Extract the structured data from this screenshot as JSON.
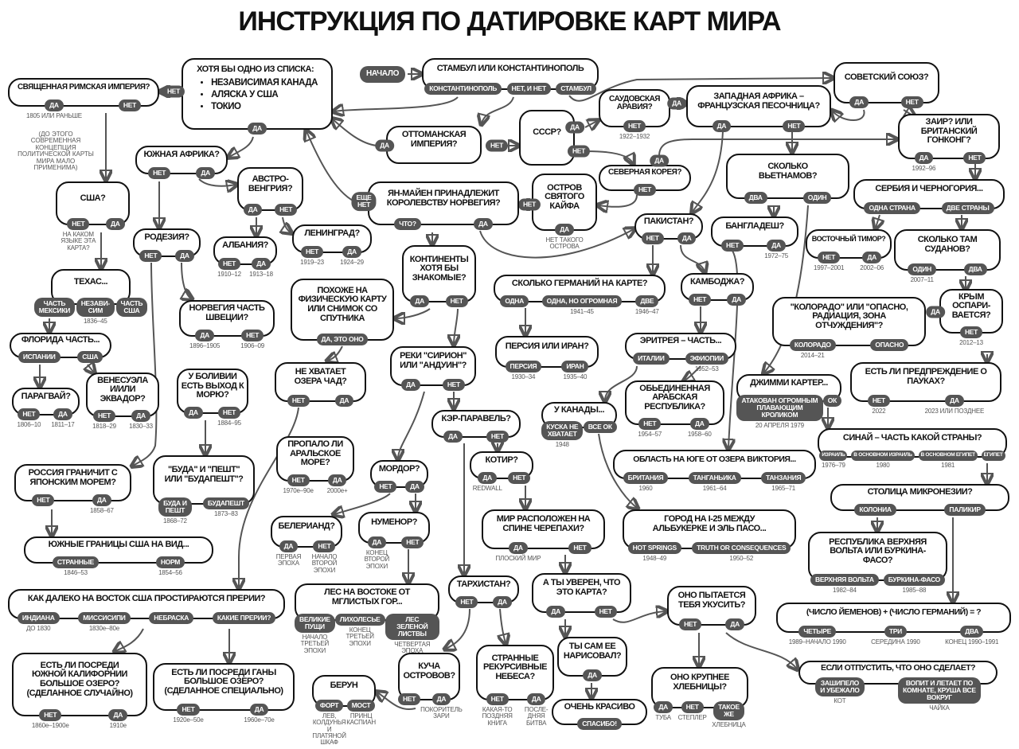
{
  "title": "ИНСТРУКЦИЯ ПО ДАТИРОВКЕ КАРТ МИРА",
  "start_label": "НАЧАЛО",
  "hre_extra_note": "(ДО ЭТОГО\nСОВРЕМЕННАЯ\nКОНЦЕПЦИЯ\nПОЛИТИЧЕСКОЙ КАРТЫ\nМИРА МАЛО\nПРИМЕНИМА)",
  "nodes": [
    {
      "id": "istanbul",
      "question": "СТАМБУЛ ИЛИ КОНСТАНТИНОПОЛЬ",
      "answers": [
        {
          "label": "КОНСТАНТИНОПОЛЬ"
        },
        {
          "label": "НЕТ, И НЕТ"
        },
        {
          "label": "СТАМБУЛ"
        }
      ]
    },
    {
      "id": "hotya",
      "question": "ХОТЯ БЫ ОДНО ИЗ СПИСКА:",
      "items": [
        "НЕЗАВИСИМАЯ КАНАДА",
        "АЛЯСКА У США",
        "ТОКИО"
      ],
      "answers": [
        {
          "label": "НЕТ"
        },
        {
          "label": "ДА"
        }
      ]
    },
    {
      "id": "hre",
      "question": "СВЯЩЕННАЯ РИМСКАЯ ИМПЕРИЯ?",
      "answers": [
        {
          "label": "ДА",
          "note": "1805 ИЛИ РАНЬШЕ"
        },
        {
          "label": "НЕТ"
        }
      ]
    },
    {
      "id": "usa",
      "question": "США?",
      "answers": [
        {
          "label": "НЕТ",
          "note": "НА КАКОМ\nЯЗЫКЕ ЭТА\nКАРТА?"
        },
        {
          "label": "ДА"
        }
      ]
    },
    {
      "id": "safrica",
      "question": "ЮЖНАЯ АФРИКА?",
      "answers": [
        {
          "label": "НЕТ"
        },
        {
          "label": "ДА"
        }
      ]
    },
    {
      "id": "austria",
      "question": "АВСТРО-\nВЕНГРИЯ?",
      "answers": [
        {
          "label": "ДА"
        },
        {
          "label": "НЕТ"
        }
      ]
    },
    {
      "id": "leningrad",
      "question": "ЛЕНИНГРАД?",
      "answers": [
        {
          "label": "НЕТ",
          "note": "1919–23"
        },
        {
          "label": "ДА",
          "note": "1924–29"
        }
      ]
    },
    {
      "id": "albania",
      "question": "АЛБАНИЯ?",
      "answers": [
        {
          "label": "НЕТ",
          "note": "1910–12"
        },
        {
          "label": "ДА",
          "note": "1913–18"
        }
      ]
    },
    {
      "id": "rhodesia",
      "question": "РОДЕЗИЯ?",
      "answers": [
        {
          "label": "НЕТ"
        },
        {
          "label": "ДА"
        }
      ]
    },
    {
      "id": "texas",
      "question": "ТЕХАС...",
      "answers": [
        {
          "label": "ЧАСТЬ\nМЕКСИКИ"
        },
        {
          "label": "НЕЗАВИ-\nСИМ",
          "note": "1836–45"
        },
        {
          "label": "ЧАСТЬ\nСША"
        }
      ]
    },
    {
      "id": "florida",
      "question": "ФЛОРИДА ЧАСТЬ...",
      "answers": [
        {
          "label": "ИСПАНИИ"
        },
        {
          "label": "США"
        }
      ]
    },
    {
      "id": "paraguay",
      "question": "ПАРАГВАЙ?",
      "answers": [
        {
          "label": "НЕТ",
          "note": "1806–10"
        },
        {
          "label": "ДА",
          "note": "1811–17"
        }
      ]
    },
    {
      "id": "venezuela",
      "question": "ВЕНЕСУЭЛА\nИ/ИЛИ\nЭКВАДОР?",
      "answers": [
        {
          "label": "НЕТ",
          "note": "1818–29"
        },
        {
          "label": "ДА",
          "note": "1830–33"
        }
      ]
    },
    {
      "id": "norway",
      "question": "НОРВЕГИЯ ЧАСТЬ\nШВЕЦИИ?",
      "answers": [
        {
          "label": "ДА",
          "note": "1896–1905"
        },
        {
          "label": "НЕТ",
          "note": "1906–09"
        }
      ]
    },
    {
      "id": "bolivia",
      "question": "У БОЛИВИИ\nЕСТЬ ВЫХОД К\nМОРЮ?",
      "answers": [
        {
          "label": "ДА"
        },
        {
          "label": "НЕТ",
          "note": "1884–95"
        }
      ]
    },
    {
      "id": "budapest",
      "question": "\"БУДА\" И \"ПЕШТ\"\nИЛИ \"БУДАПЕШТ\"?",
      "answers": [
        {
          "label": "БУДА И\nПЕШТ",
          "note": "1868–72"
        },
        {
          "label": "БУДАПЕШТ",
          "note": "1873–83"
        }
      ]
    },
    {
      "id": "russia",
      "question": "РОССИЯ ГРАНИЧИТ С\nЯПОНСКИМ МОРЕМ?",
      "answers": [
        {
          "label": "НЕТ"
        },
        {
          "label": "ДА",
          "note": "1858–67"
        }
      ]
    },
    {
      "id": "ussouth",
      "question": "ЮЖНЫЕ ГРАНИЦЫ США НА ВИД...",
      "answers": [
        {
          "label": "СТРАННЫЕ",
          "note": "1846–53"
        },
        {
          "label": "НОРМ",
          "note": "1854–56"
        }
      ]
    },
    {
      "id": "prairie",
      "question": "КАК ДАЛЕКО НА ВОСТОК США ПРОСТИРАЮТСЯ ПРЕРИИ?",
      "answers": [
        {
          "label": "ИНДИАНА",
          "note": "ДО 1830"
        },
        {
          "label": "МИССИСИПИ",
          "note": "1830е–80е"
        },
        {
          "label": "НЕБРАСКА"
        },
        {
          "label": "КАКИЕ ПРЕРИИ?"
        }
      ]
    },
    {
      "id": "socal",
      "question": "ЕСТЬ ЛИ ПОСРЕДИ\nЮЖНОЙ КАЛИФОРНИИ\nБОЛЬШОЕ ОЗЕРО?\n(СДЕЛАННОЕ СЛУЧАЙНО)",
      "answers": [
        {
          "label": "НЕТ",
          "note": "1860е–1900е"
        },
        {
          "label": "ДА",
          "note": "1910е"
        }
      ]
    },
    {
      "id": "ghana",
      "question": "ЕСТЬ ЛИ ПОСРЕДИ ГАНЫ\nБОЛЬШОЕ ОЗЕРО?\n(СДЕЛАННОЕ СПЕЦИАЛЬНО)",
      "answers": [
        {
          "label": "НЕТ",
          "note": "1920е–50е"
        },
        {
          "label": "ДА",
          "note": "1960е–70е"
        }
      ]
    },
    {
      "id": "ottoman",
      "question": "ОТТОМАНСКАЯ\nИМПЕРИЯ?",
      "answers": [
        {
          "label": "ДА"
        },
        {
          "label": "НЕТ"
        }
      ]
    },
    {
      "id": "ussr",
      "question": "СССР?",
      "answers": [
        {
          "label": "ДА"
        },
        {
          "label": "НЕТ"
        }
      ]
    },
    {
      "id": "saudi",
      "question": "САУДОВСКАЯ\nАРАВИЯ?",
      "answers": [
        {
          "label": "ДА"
        },
        {
          "label": "НЕТ",
          "note": "1922–1932"
        }
      ]
    },
    {
      "id": "westafrica",
      "question": "ЗАПАДНАЯ АФРИКА –\nФРАНЦУЗСКАЯ ПЕСОЧНИЦА?",
      "answers": [
        {
          "label": "ДА"
        },
        {
          "label": "НЕТ"
        }
      ]
    },
    {
      "id": "soviet",
      "question": "СОВЕТСКИЙ СОЮЗ?",
      "answers": [
        {
          "label": "ДА"
        },
        {
          "label": "НЕТ"
        }
      ]
    },
    {
      "id": "zaire",
      "question": "ЗАИР? ИЛИ\nБРИТАНСКИЙ\nГОНКОНГ?",
      "answers": [
        {
          "label": "ДА",
          "note": "1992–96"
        },
        {
          "label": "НЕТ"
        }
      ]
    },
    {
      "id": "nkorea",
      "question": "СЕВЕРНАЯ КОРЕЯ?",
      "answers": [
        {
          "label": "ДА"
        },
        {
          "label": "НЕТ"
        }
      ]
    },
    {
      "id": "kaifa",
      "question": "ОСТРОВ\nСВЯТОГО\nКАЙФА",
      "answers": [
        {
          "label": "НЕТ"
        },
        {
          "label": "ДА",
          "note": "НЕТ ТАКОГО\nОСТРОВА"
        }
      ]
    },
    {
      "id": "janmayen",
      "question": "ЯН-МАЙЕН ПРИНАДЛЕЖИТ\nКОРОЛЕВСТВУ НОРВЕГИЯ?",
      "answers": [
        {
          "label": "ЕЩЕ\nНЕТ"
        },
        {
          "label": "ЧТО?"
        },
        {
          "label": "ДА"
        }
      ]
    },
    {
      "id": "vietnam",
      "question": "СКОЛЬКО\nВЬЕТНАМОВ?",
      "answers": [
        {
          "label": "ДВА"
        },
        {
          "label": "ОДИН"
        }
      ]
    },
    {
      "id": "serbia",
      "question": "СЕРБИЯ И ЧЕРНОГОРИЯ...",
      "answers": [
        {
          "label": "ОДНА СТРАНА"
        },
        {
          "label": "ДВЕ СТРАНЫ"
        }
      ]
    },
    {
      "id": "pakistan",
      "question": "ПАКИСТАН?",
      "answers": [
        {
          "label": "НЕТ"
        },
        {
          "label": "ДА"
        }
      ]
    },
    {
      "id": "bangladesh",
      "question": "БАНГЛАДЕШ?",
      "answers": [
        {
          "label": "НЕТ"
        },
        {
          "label": "ДА",
          "note": "1972–75"
        }
      ]
    },
    {
      "id": "etimor",
      "question": "ВОСТОЧНЫЙ ТИМОР?",
      "answers": [
        {
          "label": "НЕТ",
          "note": "1997–2001"
        },
        {
          "label": "ДА",
          "note": "2002–06"
        }
      ]
    },
    {
      "id": "sudan",
      "question": "СКОЛЬКО ТАМ\nСУДАНОВ?",
      "answers": [
        {
          "label": "ОДИН",
          "note": "2007–11"
        },
        {
          "label": "ДВА"
        }
      ]
    },
    {
      "id": "continents",
      "question": "КОНТИНЕНТЫ\nХОТЯ БЫ\nЗНАКОМЫЕ?",
      "answers": [
        {
          "label": "ДА"
        },
        {
          "label": "НЕТ"
        }
      ]
    },
    {
      "id": "germanies",
      "question": "СКОЛЬКО ГЕРМАНИЙ НА КАРТЕ?",
      "answers": [
        {
          "label": "ОДНА"
        },
        {
          "label": "ОДНА, НО ОГРОМНАЯ",
          "note": "1941–45"
        },
        {
          "label": "ДВЕ",
          "note": "1946–47"
        }
      ]
    },
    {
      "id": "cambodia",
      "question": "КАМБОДЖА?",
      "answers": [
        {
          "label": "НЕТ"
        },
        {
          "label": "ДА"
        }
      ]
    },
    {
      "id": "physical",
      "question": "ПОХОЖЕ НА\nФИЗИЧЕСКУЮ КАРТУ\nИЛИ СНИМОК СО\nСПУТНИКА",
      "answers": [
        {
          "label": "ДА, ЭТО ОНО"
        }
      ]
    },
    {
      "id": "crimea",
      "question": "КРЫМ\nОСПАРИ-\nВАЕТСЯ?",
      "answers": [
        {
          "label": "ДА"
        },
        {
          "label": "НЕТ",
          "note": "2012–13"
        }
      ]
    },
    {
      "id": "colorado",
      "question": "\"КОЛОРАДО\" ИЛИ \"ОПАСНО,\nРАДИАЦИЯ, ЗОНА\nОТЧУЖДЕНИЯ\"?",
      "answers": [
        {
          "label": "КОЛОРАДО",
          "note": "2014–21"
        },
        {
          "label": "ОПАСНО"
        }
      ]
    },
    {
      "id": "persia",
      "question": "ПЕРСИЯ ИЛИ ИРАН?",
      "answers": [
        {
          "label": "ПЕРСИЯ",
          "note": "1930–34"
        },
        {
          "label": "ИРАН",
          "note": "1935–40"
        }
      ]
    },
    {
      "id": "eritrea",
      "question": "ЭРИТРЕЯ – ЧАСТЬ...",
      "answers": [
        {
          "label": "ИТАЛИИ"
        },
        {
          "label": "ЭФИОПИИ",
          "note": "1952–53"
        }
      ]
    },
    {
      "id": "sirion",
      "question": "РЕКИ \"СИРИОН\"\nИЛИ \"АНДУИН\"?",
      "answers": [
        {
          "label": "ДА"
        },
        {
          "label": "НЕТ"
        }
      ]
    },
    {
      "id": "chad",
      "question": "НЕ ХВАТАЕТ\nОЗЕРА ЧАД?",
      "answers": [
        {
          "label": "НЕТ"
        },
        {
          "label": "ДА"
        }
      ]
    },
    {
      "id": "spiders",
      "question": "ЕСТЬ ЛИ ПРЕДПРЕЖДЕНИЕ О\nПАУКАХ?",
      "answers": [
        {
          "label": "НЕТ",
          "note": "2022"
        },
        {
          "label": "ДА",
          "note": "2023 ИЛИ ПОЗДНЕЕ"
        }
      ]
    },
    {
      "id": "carter",
      "question": "ДЖИММИ КАРТЕР...",
      "answers": [
        {
          "label": "АТАКОВАН ОГРОМНЫМ\nПЛАВАЮЩИМ КРОЛИКОМ",
          "note": "20 АПРЕЛЯ 1979"
        },
        {
          "label": "ОК"
        }
      ]
    },
    {
      "id": "uar",
      "question": "ОБЬЕДИНЕННАЯ\nАРАБСКАЯ\nРЕСПУБЛИКА?",
      "answers": [
        {
          "label": "НЕТ",
          "note": "1954–57"
        },
        {
          "label": "ДА",
          "note": "1958–60"
        }
      ]
    },
    {
      "id": "canada",
      "question": "У КАНАДЫ...",
      "answers": [
        {
          "label": "КУСКА НЕ\nХВАТАЕТ",
          "note": "1948"
        },
        {
          "label": "ВСЕ ОК"
        }
      ]
    },
    {
      "id": "cair",
      "question": "КЭР-ПАРАВЕЛЬ?",
      "answers": [
        {
          "label": "ДА"
        },
        {
          "label": "НЕТ"
        }
      ]
    },
    {
      "id": "sinai",
      "question": "СИНАЙ – ЧАСТЬ КАКОЙ СТРАНЫ?",
      "answers": [
        {
          "label": "ИЗРАИЛЬ",
          "note": "1976–79"
        },
        {
          "label": "В ОСНОВНОМ ИЗРАИЛЬ",
          "note": "1980"
        },
        {
          "label": "В ОСНОВНОМ ЕГИПЕТ",
          "note": "1981"
        },
        {
          "label": "ЕГИПЕТ"
        }
      ]
    },
    {
      "id": "aral",
      "question": "ПРОПАЛО ЛИ\nАРАЛЬСКОЕ\nМОРЕ?",
      "answers": [
        {
          "label": "НЕТ",
          "note": "1970е–90е"
        },
        {
          "label": "ДА",
          "note": "2000е+"
        }
      ]
    },
    {
      "id": "kotir",
      "question": "КОТИР?",
      "answers": [
        {
          "label": "ДА",
          "note": "REDWALL"
        },
        {
          "label": "НЕТ"
        }
      ]
    },
    {
      "id": "victoria",
      "question": "ОБЛАСТЬ НА ЮГЕ ОТ ОЗЕРА ВИКТОРИЯ...",
      "answers": [
        {
          "label": "БРИТАНИЯ",
          "note": "1960"
        },
        {
          "label": "ТАНГАНЬИКА",
          "note": "1961–64"
        },
        {
          "label": "ТАНЗАНИЯ",
          "note": "1965–71"
        }
      ]
    },
    {
      "id": "mordor",
      "question": "МОРДОР?",
      "answers": [
        {
          "label": "НЕТ"
        },
        {
          "label": "ДА"
        }
      ]
    },
    {
      "id": "micronesia",
      "question": "СТОЛИЦА МИКРОНЕЗИИ?",
      "answers": [
        {
          "label": "КОЛОНИА"
        },
        {
          "label": "ПАЛИКИР"
        }
      ]
    },
    {
      "id": "turtle",
      "question": "МИР РАСПОЛОЖЕН НА\nСПИНЕ ЧЕРЕПАХИ?",
      "answers": [
        {
          "label": "ДА",
          "note": "ПЛОСКИЙ МИР"
        },
        {
          "label": "НЕТ"
        }
      ]
    },
    {
      "id": "i25",
      "question": "ГОРОД НА I-25 МЕЖДУ\nАЛЬБУКЕРКЕ И ЭЛЬ ПАСО...",
      "answers": [
        {
          "label": "HOT SPRINGS",
          "note": "1948–49"
        },
        {
          "label": "TRUTH OR CONSEQUENCES",
          "note": "1950–52"
        }
      ]
    },
    {
      "id": "beleriand",
      "question": "БЕЛЕРИАНД?",
      "answers": [
        {
          "label": "ДА",
          "note": "ПЕРВАЯ\nЭПОХА"
        },
        {
          "label": "НЕТ",
          "note": "НАЧАЛО\nВТОРОЙ\nЭПОХИ"
        }
      ]
    },
    {
      "id": "numenor",
      "question": "НУМЕНОР?",
      "answers": [
        {
          "label": "ДА",
          "note": "КОНЕЦ\nВТОРОЙ\nЭПОХИ"
        },
        {
          "label": "НЕТ"
        }
      ]
    },
    {
      "id": "volta",
      "question": "РЕСПУБЛИКА ВЕРХНЯЯ\nВОЛЬТА ИЛИ БУРКИНА-\nФАСО?",
      "answers": [
        {
          "label": "ВЕРХНЯЯ ВОЛЬТА",
          "note": "1982–84"
        },
        {
          "label": "БУРКИНА-ФАСО",
          "note": "1985–88"
        }
      ]
    },
    {
      "id": "mirkwood",
      "question": "ЛЕС НА ВОСТОКЕ ОТ\nМГЛИСТЫХ ГОР...",
      "answers": [
        {
          "label": "ВЕЛИКИЕ\nПУЩИ",
          "note": "НАЧАЛО\nТРЕТЬЕЙ\nЭПОХИ"
        },
        {
          "label": "ЛИХОЛЕСЬЕ",
          "note": "КОНЕЦ\nТРЕТЬЕЙ\nЭПОХИ"
        },
        {
          "label": "ЛЕС ЗЕЛЕНОЙ\nЛИСТВЫ",
          "note": "ЧЕТВЕРТАЯ ЭПОХА"
        }
      ]
    },
    {
      "id": "tarkhistan",
      "question": "ТАРХИСТАН?",
      "answers": [
        {
          "label": "НЕТ"
        },
        {
          "label": "ДА"
        }
      ]
    },
    {
      "id": "suremap",
      "question": "А ТЫ УВЕРЕН, ЧТО\nЭТО КАРТА?",
      "answers": [
        {
          "label": "ДА"
        },
        {
          "label": "НЕТ"
        }
      ]
    },
    {
      "id": "bite",
      "question": "ОНО ПЫТАЕТСЯ\nТЕБЯ УКУСИТЬ?",
      "answers": [
        {
          "label": "НЕТ"
        },
        {
          "label": "ДА"
        }
      ]
    },
    {
      "id": "yemen",
      "question": "(ЧИСЛО ЙЕМЕНОВ) + (ЧИСЛО ГЕРМАНИЙ) = ?",
      "answers": [
        {
          "label": "ЧЕТЫРЕ",
          "note": "1989–НАЧАЛО 1990"
        },
        {
          "label": "ТРИ",
          "note": "СЕРЕДИНА 1990"
        },
        {
          "label": "ДВА",
          "note": "КОНЕЦ 1990–1991"
        }
      ]
    },
    {
      "id": "drawn",
      "question": "ТЫ САМ ЕЕ\nНАРИСОВАЛ?",
      "answers": [
        {
          "label": "ДА"
        }
      ]
    },
    {
      "id": "pretty",
      "question": "ОЧЕНЬ КРАСИВО",
      "answers": [
        {
          "label": "СПАСИБО!"
        }
      ]
    },
    {
      "id": "bread",
      "question": "ОНО КРУПНЕЕ\nХЛЕБНИЦЫ?",
      "answers": [
        {
          "label": "ДА",
          "note": "ТУБА"
        },
        {
          "label": "НЕТ",
          "note": "СТЕПЛЕР"
        },
        {
          "label": "ТАКОЕ\nЖЕ",
          "note": "ХЛЕБНИЦА"
        }
      ]
    },
    {
      "id": "letgo",
      "question": "ЕСЛИ ОТПУСТИТЬ, ЧТО ОНО СДЕЛАЕТ?",
      "answers": [
        {
          "label": "ЗАШИПЕЛО\nИ УБЕЖАЛО",
          "note": "КОТ"
        },
        {
          "label": "ВОПИТ И ЛЕТАЕТ ПО\nКОМНАТЕ, КРУША ВСЕ\nВОКРУГ",
          "note": "ЧАЙКА"
        }
      ]
    },
    {
      "id": "islands",
      "question": "КУЧА\nОСТРОВОВ?",
      "answers": [
        {
          "label": "НЕТ"
        },
        {
          "label": "ДА",
          "note": "ПОКОРИТЕЛЬ\nЗАРИ"
        }
      ]
    },
    {
      "id": "berun",
      "question": "БЕРУН",
      "answers": [
        {
          "label": "ФОРТ",
          "note": "ЛЕВ, КОЛДУНЬЯ\nИ ПЛАТЯНОЙ\nШКАФ"
        },
        {
          "label": "МОСТ",
          "note": "ПРИНЦ\nКАСПИАН"
        }
      ]
    },
    {
      "id": "recursive",
      "question": "СТРАННЫЕ\nРЕКУРСИВНЫЕ\nНЕБЕСА?",
      "answers": [
        {
          "label": "НЕТ",
          "note": "КАКАЯ-ТО\nПОЗДНЯЯ\nКНИГА"
        },
        {
          "label": "ДА",
          "note": "ПОСЛЕ-\nДНЯЯ\nБИТВА"
        }
      ]
    }
  ]
}
